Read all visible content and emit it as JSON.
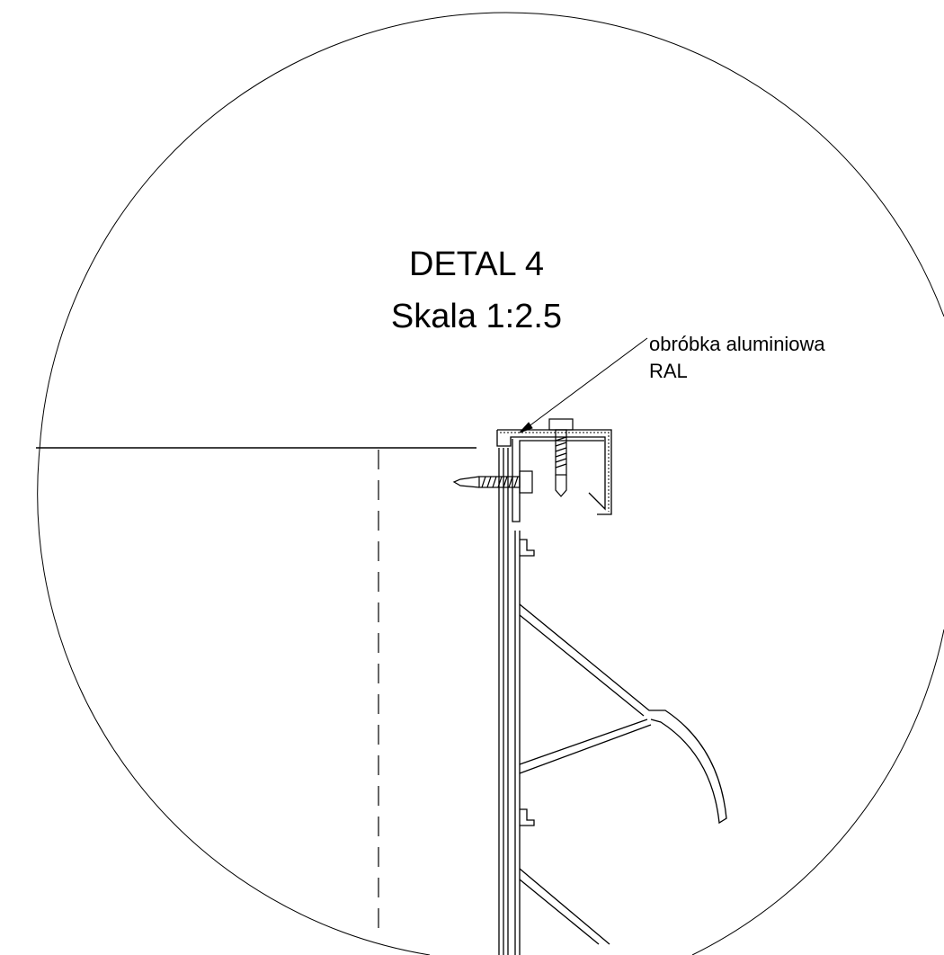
{
  "detail": {
    "title": "DETAL 4",
    "scale": "Skala 1:2.5"
  },
  "annotation": {
    "line1": "obróbka aluminiowa",
    "line2": "RAL"
  },
  "colors": {
    "line": "#000000",
    "background": "#ffffff"
  }
}
